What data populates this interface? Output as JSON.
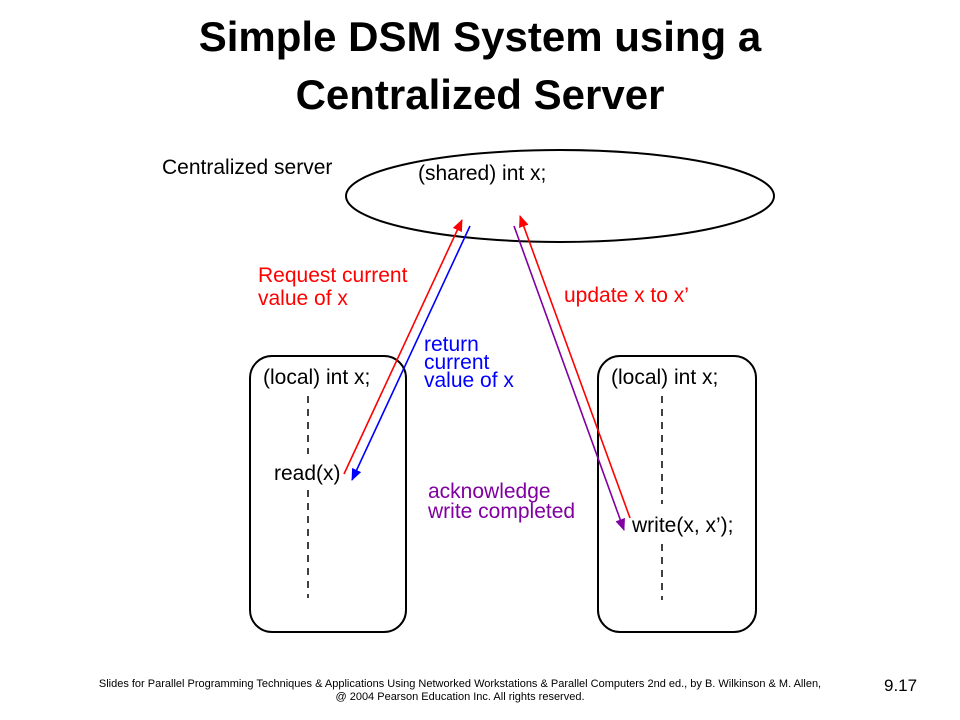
{
  "title_line1": "Simple DSM System using a",
  "title_line2": "Centralized Server",
  "server": {
    "caption": "Centralized server",
    "variable": "(shared) int x;"
  },
  "left_process": {
    "variable": "(local) int x;",
    "operation": "read(x)"
  },
  "right_process": {
    "variable": "(local) int x;",
    "operation": "write(x, x’);"
  },
  "messages": {
    "request_line1": "Request current",
    "request_line2": "value of x",
    "return_line1": "return",
    "return_line2": "current",
    "return_line3": "value of x",
    "update": "update x to x’",
    "ack_line1": "acknowledge",
    "ack_line2": "write completed"
  },
  "colors": {
    "request": "#ff0000",
    "return": "#0000ff",
    "update": "#ff0000",
    "acknowledge": "#8000a0"
  },
  "footer": {
    "line1": "Slides for Parallel Programming Techniques & Applications Using Networked Workstations & Parallel Computers 2nd ed., by B. Wilkinson & M. Allen,",
    "line2": "@ 2004 Pearson Education Inc. All rights reserved."
  },
  "slide_number": "9.17"
}
